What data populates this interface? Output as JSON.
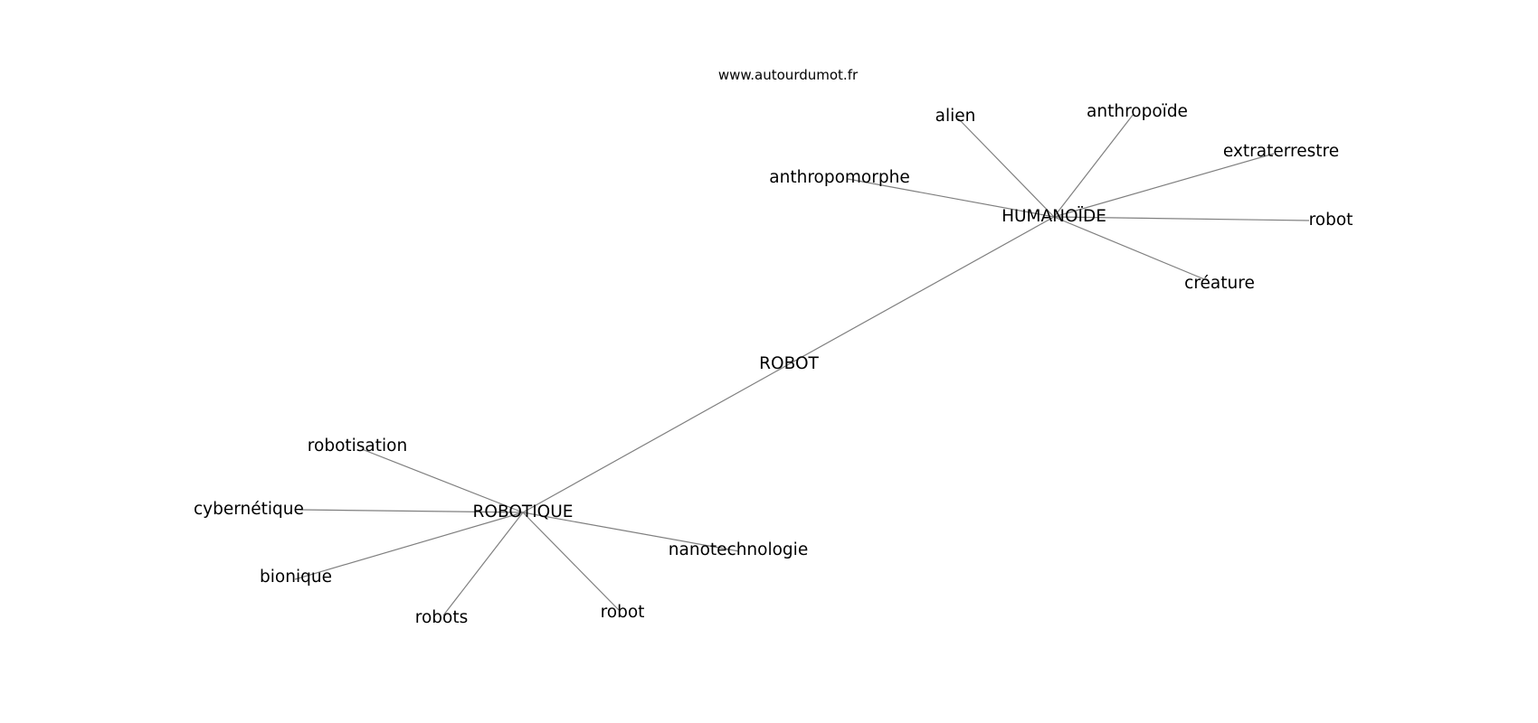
{
  "source_label": "www.autourdumot.fr",
  "nodes": {
    "robot_center": "ROBOT",
    "humanoide": "HUMANOÏDE",
    "robotique": "ROBOTIQUE",
    "alien": "alien",
    "anthropoide": "anthropoïde",
    "extraterrestre": "extraterrestre",
    "anthropomorphe": "anthropomorphe",
    "robot_h": "robot",
    "creature": "créature",
    "robotisation": "robotisation",
    "cybernetique": "cybernétique",
    "nanotechnologie": "nanotechnologie",
    "bionique": "bionique",
    "robots": "robots",
    "robot_r": "robot"
  },
  "edges": [
    [
      "robot_center",
      "humanoide"
    ],
    [
      "robot_center",
      "robotique"
    ],
    [
      "humanoide",
      "alien"
    ],
    [
      "humanoide",
      "anthropoide"
    ],
    [
      "humanoide",
      "extraterrestre"
    ],
    [
      "humanoide",
      "anthropomorphe"
    ],
    [
      "humanoide",
      "robot_h"
    ],
    [
      "humanoide",
      "creature"
    ],
    [
      "robotique",
      "robotisation"
    ],
    [
      "robotique",
      "cybernetique"
    ],
    [
      "robotique",
      "nanotechnologie"
    ],
    [
      "robotique",
      "bionique"
    ],
    [
      "robotique",
      "robots"
    ],
    [
      "robotique",
      "robot_r"
    ]
  ]
}
